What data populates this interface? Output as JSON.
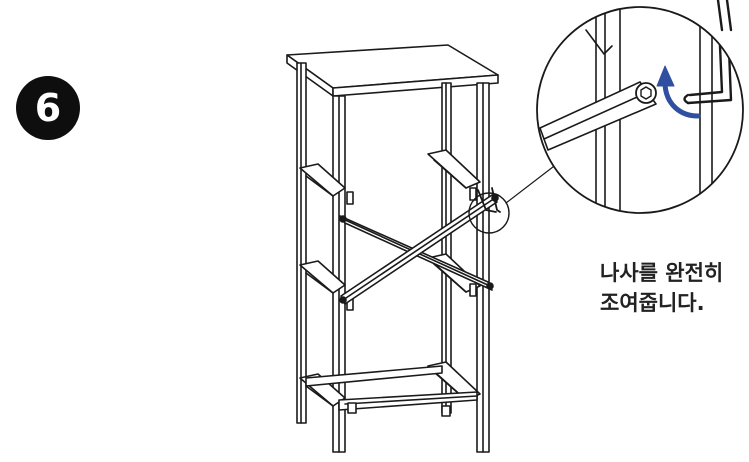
{
  "step": {
    "number": "6"
  },
  "instruction": {
    "line1": "나사를 완전히",
    "line2": "조여줍니다."
  },
  "icons": {
    "tool": "allen-key-icon",
    "rotation": "rotation-arrow-icon",
    "fastener": "bolt-icon"
  },
  "colors": {
    "line": "#1a1a1a",
    "badge": "#0e0e0e",
    "arrow": "#2f4fa0"
  }
}
